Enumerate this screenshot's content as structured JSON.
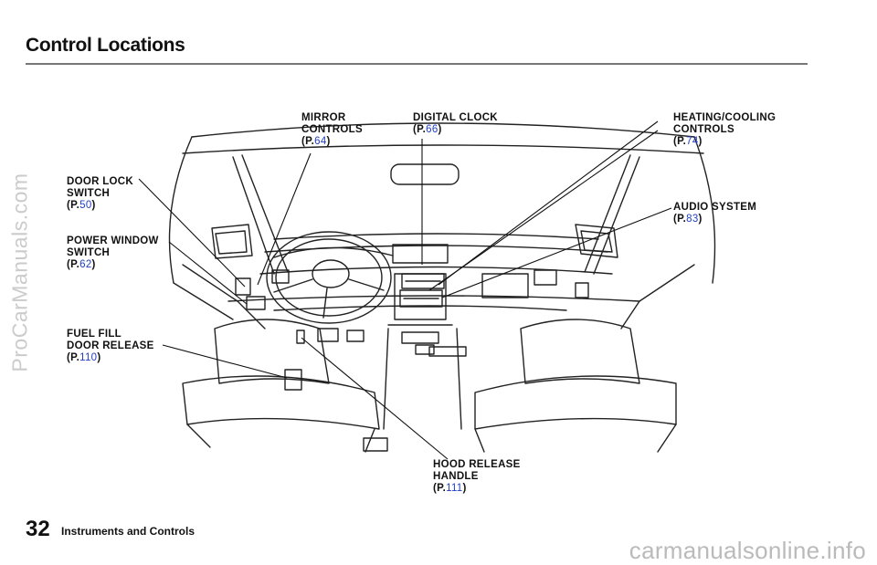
{
  "page": {
    "title": "Control Locations",
    "page_number": "32",
    "section": "Instruments and Controls"
  },
  "callouts": {
    "mirror": {
      "line1": "MIRROR",
      "line2": "CONTROLS",
      "prefix": "(P.",
      "page": "64",
      "suffix": ")"
    },
    "clock": {
      "line1": "DIGITAL  CLOCK",
      "prefix": "(P.",
      "page": "66",
      "suffix": ")"
    },
    "heating": {
      "line1": "HEATING/COOLING",
      "line2": "CONTROLS",
      "prefix": "(P.",
      "page": "74",
      "suffix": ")"
    },
    "door_lock": {
      "line1": "DOOR  LOCK",
      "line2": "SWITCH",
      "prefix": "(P.",
      "page": "50",
      "suffix": ")"
    },
    "audio": {
      "line1": "AUDIO  SYSTEM",
      "prefix": "(P.",
      "page": "83",
      "suffix": ")"
    },
    "power_window": {
      "line1": "POWER  WINDOW",
      "line2": "SWITCH",
      "prefix": "(P.",
      "page": "62",
      "suffix": ")"
    },
    "fuel": {
      "line1": "FUEL FILL",
      "line2": "DOOR RELEASE",
      "prefix": "(P.",
      "page": "110",
      "suffix": ")"
    },
    "hood": {
      "line1": "HOOD  RELEASE",
      "line2": "HANDLE",
      "prefix": "(P.",
      "page": "111",
      "suffix": ")"
    }
  },
  "watermarks": {
    "side": "ProCarManuals.com",
    "bottom": "carmanualsonline.info"
  }
}
